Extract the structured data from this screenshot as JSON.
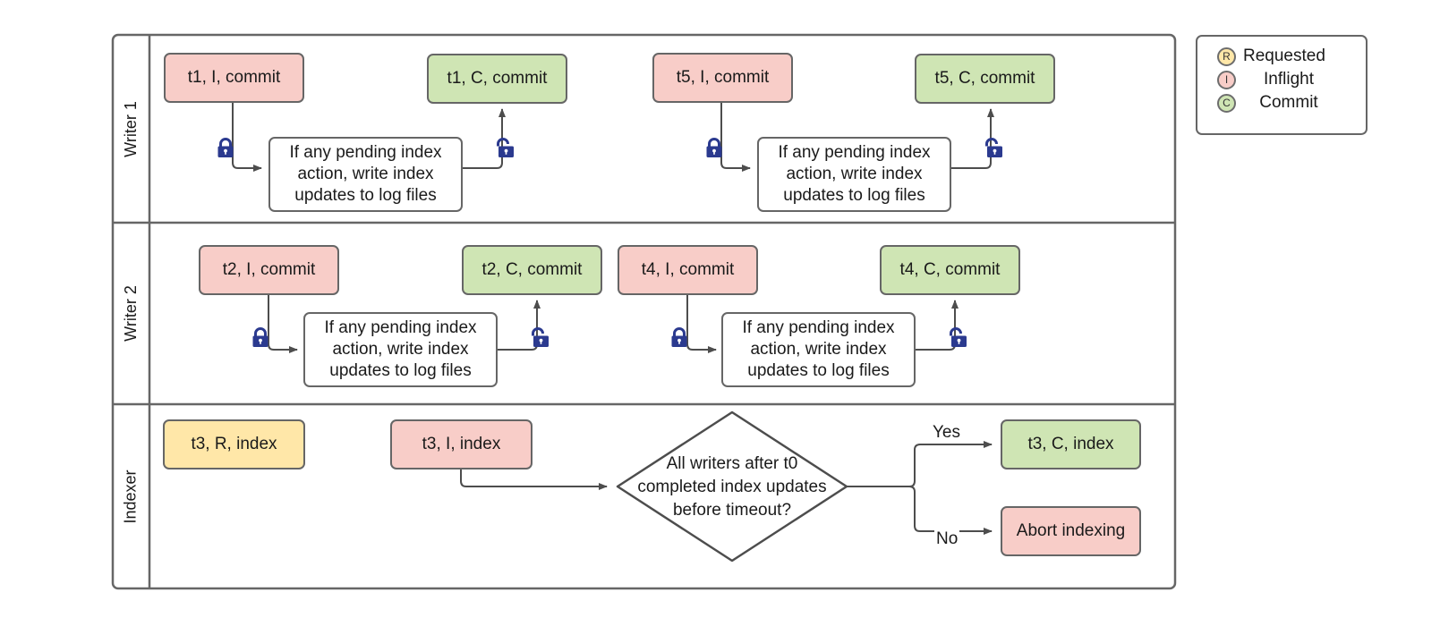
{
  "diagram": {
    "type": "swimlane-flowchart",
    "title": ""
  },
  "lanes": [
    {
      "id": "writer1",
      "label": "Writer 1"
    },
    {
      "id": "writer2",
      "label": "Writer 2"
    },
    {
      "id": "indexer",
      "label": "Indexer"
    }
  ],
  "legend": {
    "items": [
      {
        "key": "R",
        "label": "Requested",
        "color": "#ffe7a8"
      },
      {
        "key": "I",
        "label": "Inflight",
        "color": "#f8cdc8"
      },
      {
        "key": "C",
        "label": "Commit",
        "color": "#cfe5b4"
      }
    ]
  },
  "colors": {
    "inflight": "#f8cdc8",
    "commit": "#cfe5b4",
    "requested": "#ffe7a8",
    "border": "#666666",
    "lock": "#2b3a8f",
    "text": "#1a1a1a"
  },
  "nodes": {
    "w1_t1_i": {
      "text": "t1, I, commit",
      "state": "inflight"
    },
    "w1_t1_c": {
      "text": "t1, C, commit",
      "state": "commit"
    },
    "w1_t5_i": {
      "text": "t5, I, commit",
      "state": "inflight"
    },
    "w1_t5_c": {
      "text": "t5, C, commit",
      "state": "commit"
    },
    "w1_proc_a": {
      "text": "If any pending index action, write index updates to log files",
      "state": "process"
    },
    "w1_proc_b": {
      "text": "If any pending index action, write index updates to log files",
      "state": "process"
    },
    "w2_t2_i": {
      "text": "t2, I, commit",
      "state": "inflight"
    },
    "w2_t2_c": {
      "text": "t2, C, commit",
      "state": "commit"
    },
    "w2_t4_i": {
      "text": "t4, I, commit",
      "state": "inflight"
    },
    "w2_t4_c": {
      "text": "t4, C, commit",
      "state": "commit"
    },
    "w2_proc_a": {
      "text": "If any pending index action, write index updates to log files",
      "state": "process"
    },
    "w2_proc_b": {
      "text": "If any pending index action, write index updates to log files",
      "state": "process"
    },
    "ix_t3_r": {
      "text": "t3, R, index",
      "state": "requested"
    },
    "ix_t3_i": {
      "text": "t3, I, index",
      "state": "inflight"
    },
    "ix_decision": {
      "text": "All writers after t0 completed index updates before timeout?",
      "state": "decision"
    },
    "ix_t3_c": {
      "text": "t3, C, index",
      "state": "commit"
    },
    "ix_abort": {
      "text": "Abort indexing",
      "state": "inflight"
    }
  },
  "edge_labels": {
    "yes": "Yes",
    "no": "No"
  },
  "icons": {
    "lock_closed": "lock-closed-icon",
    "lock_open": "lock-open-icon"
  }
}
